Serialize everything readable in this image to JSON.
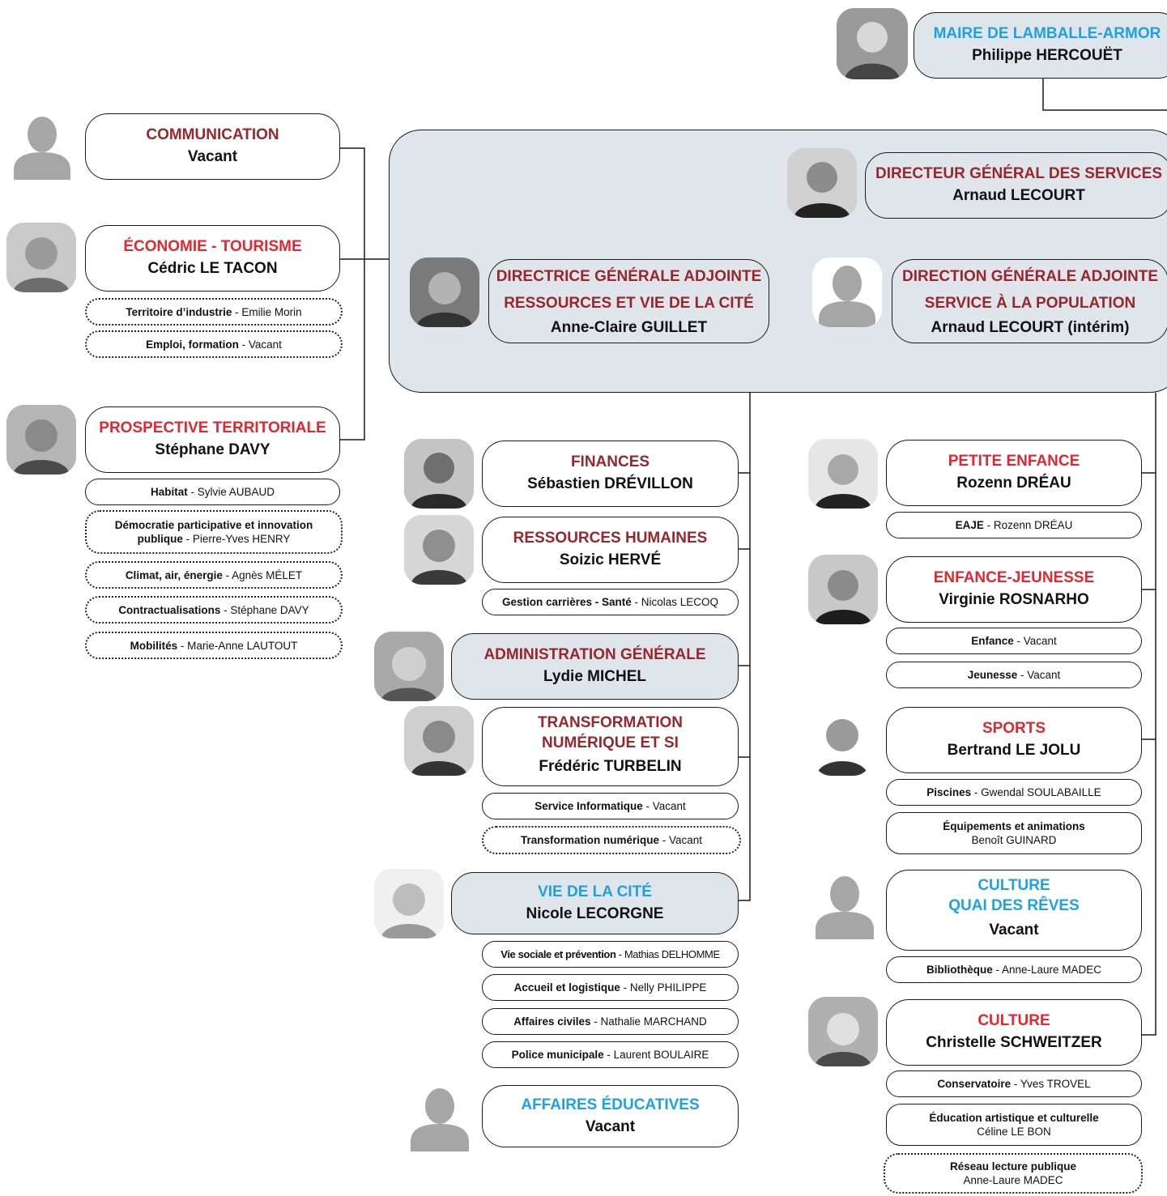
{
  "mayor": {
    "title": "MAIRE DE LAMBALLE-ARMOR",
    "name": "Philippe HERCOUËT"
  },
  "left": {
    "communication": {
      "title": "COMMUNICATION",
      "name": "Vacant"
    },
    "economie": {
      "title": "ÉCONOMIE - TOURISME",
      "name": "Cédric LE TACON",
      "subs": [
        {
          "label": "Territoire d’industrie",
          "person": "Emilie Morin"
        },
        {
          "label": "Emploi, formation",
          "person": "Vacant"
        }
      ]
    },
    "prospective": {
      "title": "PROSPECTIVE TERRITORIALE",
      "name": "Stéphane DAVY",
      "subs": [
        {
          "label": "Habitat",
          "person": "Sylvie AUBAUD"
        },
        {
          "label": "Démocratie participative et innovation",
          "label2": "publique",
          "person": "Pierre-Yves HENRY"
        },
        {
          "label": "Climat, air, énergie",
          "person": "Agnès MÉLET"
        },
        {
          "label": "Contractualisations",
          "person": "Stéphane DAVY"
        },
        {
          "label": "Mobilités",
          "person": "Marie-Anne LAUTOUT"
        }
      ]
    }
  },
  "direction": {
    "dgs": {
      "title": "DIRECTEUR GÉNÉRAL DES SERVICES",
      "name": "Arnaud LECOURT"
    },
    "dga1": {
      "title1": "DIRECTRICE GÉNÉRALE ADJOINTE",
      "title2": "RESSOURCES ET VIE DE LA CITÉ",
      "name": "Anne-Claire GUILLET"
    },
    "dga2": {
      "title1": "DIRECTION GÉNÉRALE ADJOINTE",
      "title2": "SERVICE À LA POPULATION",
      "name": "Arnaud LECOURT (intérim)"
    }
  },
  "middle": {
    "finances": {
      "title": "FINANCES",
      "name": "Sébastien DRÉVILLON"
    },
    "rh": {
      "title": "RESSOURCES HUMAINES",
      "name": "Soizic HERVÉ",
      "subs": [
        {
          "label": "Gestion carrières - Santé",
          "person": "Nicolas LECOQ"
        }
      ]
    },
    "admin": {
      "title": "ADMINISTRATION GÉNÉRALE",
      "name": "Lydie MICHEL"
    },
    "numerique": {
      "title1": "TRANSFORMATION",
      "title2": "NUMÉRIQUE ET SI",
      "name": "Frédéric TURBELIN",
      "subs": [
        {
          "label": "Service Informatique",
          "person": "Vacant"
        },
        {
          "label": "Transformation numérique",
          "person": "Vacant"
        }
      ]
    },
    "vie": {
      "title": "VIE DE LA CITÉ",
      "name": "Nicole LECORGNE",
      "subs": [
        {
          "label": "Vie sociale et prévention",
          "person": "Mathias DELHOMME"
        },
        {
          "label": "Accueil et logistique",
          "person": "Nelly PHILIPPE"
        },
        {
          "label": "Affaires civiles",
          "person": "Nathalie MARCHAND"
        },
        {
          "label": "Police municipale",
          "person": "Laurent BOULAIRE"
        }
      ]
    },
    "educ": {
      "title": "AFFAIRES ÉDUCATIVES",
      "name": "Vacant"
    }
  },
  "right": {
    "petite": {
      "title": "PETITE ENFANCE",
      "name": "Rozenn DRÉAU",
      "subs": [
        {
          "label": "EAJE",
          "person": "Rozenn DRÉAU"
        }
      ]
    },
    "enfance": {
      "title": "ENFANCE-JEUNESSE",
      "name": "Virginie ROSNARHO",
      "subs": [
        {
          "label": "Enfance",
          "person": "Vacant"
        },
        {
          "label": "Jeunesse",
          "person": "Vacant"
        }
      ]
    },
    "sports": {
      "title": "SPORTS",
      "name": "Bertrand LE JOLU",
      "subs": [
        {
          "label": "Piscines",
          "person": "Gwendal SOULABAILLE"
        },
        {
          "label": "Équipements et animations",
          "person": "Benoît GUINARD"
        }
      ]
    },
    "qdr": {
      "title1": "CULTURE",
      "title2": "QUAI DES RÊVES",
      "name": "Vacant",
      "subs": [
        {
          "label": "Bibliothèque",
          "person": "Anne-Laure MADEC"
        }
      ]
    },
    "culture": {
      "title": "CULTURE",
      "name": "Christelle SCHWEITZER",
      "subs": [
        {
          "label": "Conservatoire",
          "person": "Yves TROVEL"
        },
        {
          "label": "Éducation artistique et culturelle",
          "person": "Céline LE BON"
        },
        {
          "label": "Réseau lecture publique",
          "person": "Anne-Laure MADEC"
        }
      ]
    }
  },
  "colors": {
    "dark_red": "#97272c",
    "red": "#e4262e",
    "blue": "#1da1e2",
    "panel": "#dfe5ea"
  },
  "icons": [
    "person-photo",
    "person-placeholder-icon"
  ]
}
